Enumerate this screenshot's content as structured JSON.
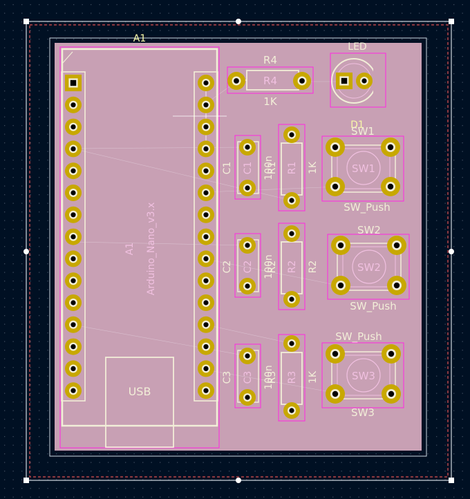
{
  "colors": {
    "background": "#001023",
    "grid_dot": "#3c4a5c",
    "board": "#c8a0b4",
    "board_dark": "#b58fa6",
    "outline": "#d0d8e0",
    "silk": "#f2eed8",
    "fab": "#f0c0e0",
    "courtyard": "#ff26e2",
    "copper": "#c8a800",
    "drill": "#000000",
    "ref_yellow": "#f8f8a8",
    "selection_red": "#e05050",
    "handle": "#ffffff"
  },
  "labels": {
    "a1_ref": "A1",
    "a1_value": "Arduino_Nano_v3.x",
    "a1_fab_ref": "A1",
    "usb": "USB",
    "r4_ref": "R4",
    "r4_fab": "R4",
    "r4_value": "1K",
    "led_value": "LED",
    "d1_ref": "D1",
    "c1_ref": "C1",
    "c1_fab": "C1",
    "c1_value": "100n",
    "r1_ref": "R1",
    "r1_fab": "R1",
    "r1_value": "1K",
    "sw1_ref": "SW1",
    "sw1_fab": "SW1",
    "sw1_value": "SW_Push",
    "c2_ref": "C2",
    "c2_fab": "C2",
    "c2_value": "100n",
    "r2_ref": "R2",
    "r2_fab": "R2",
    "r2_value": "R2",
    "sw2_ref": "SW2",
    "sw2_fab": "SW2",
    "sw2_value": "SW_Push",
    "c3_ref": "C3",
    "c3_fab": "C3",
    "c3_value": "100n",
    "r3_ref": "R3",
    "r3_fab": "R3",
    "r3_value": "1K",
    "sw3_ref": "SW3",
    "sw3_fab": "SW3",
    "sw3_value": "SW_Push"
  }
}
